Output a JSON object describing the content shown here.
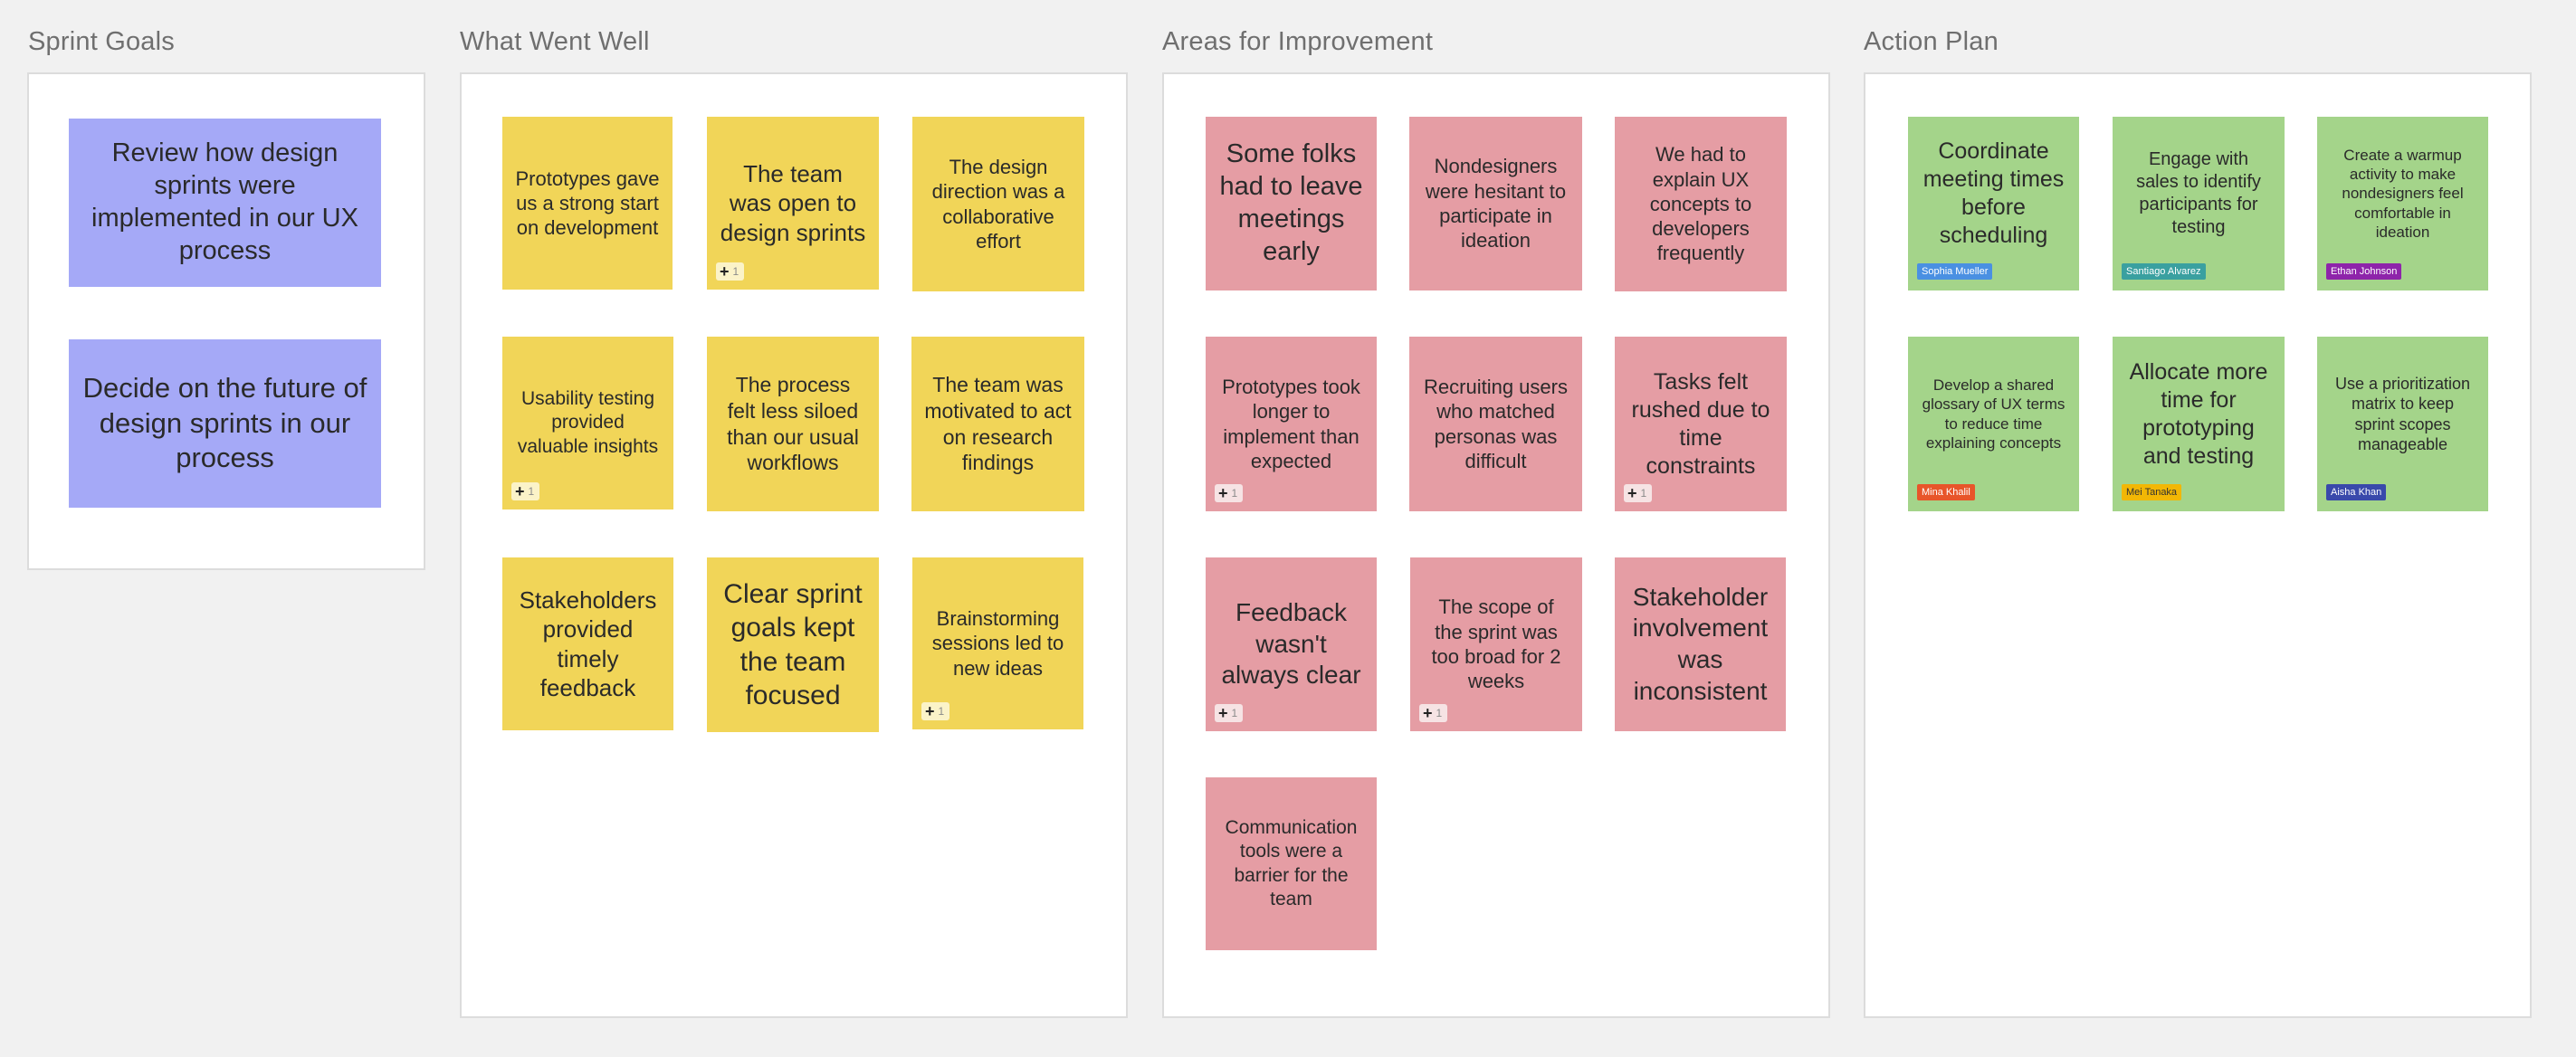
{
  "columns": [
    {
      "title": "Sprint Goals"
    },
    {
      "title": "What Went Well"
    },
    {
      "title": "Areas for Improvement"
    },
    {
      "title": "Action Plan"
    }
  ],
  "sprint_goals": [
    {
      "text": "Review how design sprints were implemented in our UX process"
    },
    {
      "text": "Decide on the future of design sprints in our process"
    }
  ],
  "went_well": [
    {
      "text": "Prototypes gave us a strong start on development"
    },
    {
      "text": "The team was open to design sprints",
      "votes": "1"
    },
    {
      "text": "The design direction was a collaborative effort"
    },
    {
      "text": "Usability testing provided valuable insights",
      "votes": "1"
    },
    {
      "text": "The process felt less siloed than our usual workflows"
    },
    {
      "text": "The team was motivated to act on research findings"
    },
    {
      "text": "Stakeholders provided timely feedback"
    },
    {
      "text": "Clear sprint goals kept the team focused"
    },
    {
      "text": "Brainstorming sessions led to new ideas",
      "votes": "1"
    }
  ],
  "improvement": [
    {
      "text": "Some folks had to leave meetings early"
    },
    {
      "text": "Nondesigners were hesitant to participate in ideation"
    },
    {
      "text": "We had to explain UX concepts to developers frequently"
    },
    {
      "text": "Prototypes took longer to implement than expected",
      "votes": "1"
    },
    {
      "text": "Recruiting users who matched personas was difficult"
    },
    {
      "text": "Tasks felt rushed due to time constraints",
      "votes": "1"
    },
    {
      "text": "Feedback wasn't always clear",
      "votes": "1"
    },
    {
      "text": "The scope of the sprint was too broad for 2 weeks",
      "votes": "1"
    },
    {
      "text": "Stakeholder involvement was inconsistent"
    },
    {
      "text": "Communication tools were a barrier for the team"
    }
  ],
  "action_plan": [
    {
      "text": "Coordinate meeting times before scheduling",
      "owner": "Sophia Mueller",
      "owner_color": "#4a90e2"
    },
    {
      "text": "Engage with sales to identify participants for testing",
      "owner": "Santiago Alvarez",
      "owner_color": "#3aa0a0"
    },
    {
      "text": "Create a warmup activity to make nondesigners feel comfortable in ideation",
      "owner": "Ethan Johnson",
      "owner_color": "#8e24aa"
    },
    {
      "text": "Develop a shared glossary of UX terms to reduce time explaining concepts",
      "owner": "Mina Khalil",
      "owner_color": "#e8552a"
    },
    {
      "text": "Allocate more time for prototyping and testing",
      "owner": "Mei Tanaka",
      "owner_color": "#f2b705"
    },
    {
      "text": "Use a prioritization matrix to keep sprint scopes manageable",
      "owner": "Aisha Khan",
      "owner_color": "#3949ab"
    }
  ],
  "icons": {
    "vote": "plus-icon"
  }
}
